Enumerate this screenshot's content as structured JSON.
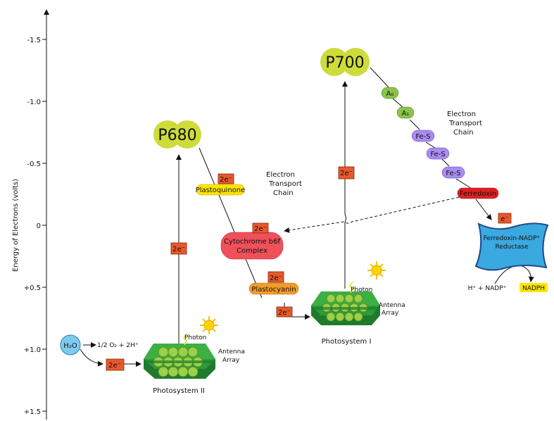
{
  "axis": {
    "label": "Energy of Electrons (volts)",
    "ticks": [
      "-1.5",
      "-1.0",
      "-0.5",
      "0",
      "+0.5",
      "+1.0",
      "+1.5"
    ]
  },
  "water": {
    "label": "H₂O",
    "products": "1/2 O₂ + 2H⁺"
  },
  "electron_2e": "2e⁻",
  "electron_e": "e⁻",
  "photon": "Photon",
  "antenna_line1": "Antenna",
  "antenna_line2": "Array",
  "psii": {
    "name": "Photosystem II",
    "reaction_center": "P680"
  },
  "psi": {
    "name": "Photosystem I",
    "reaction_center": "P700"
  },
  "chain1": {
    "line1": "Electron",
    "line2": "Transport",
    "line3": "Chain",
    "plastoquinone": "Plastoquinone",
    "cytochrome_line1": "Cytochrome b6f",
    "cytochrome_line2": "Complex",
    "plastocyanin": "Plastocyanin"
  },
  "chain2": {
    "line1": "Electron",
    "line2": "Transport",
    "line3": "Chain",
    "a0": "A₀",
    "a1": "A₁",
    "fes": "Fe-S",
    "ferredoxin": "Ferredoxin"
  },
  "reductase": {
    "line1": "Ferredoxin-NADP⁺",
    "line2": "Reductase",
    "reactants": "H⁺ + NADP⁺",
    "product": "NADPH"
  },
  "colors": {
    "reaction_center": "#cddc39",
    "plastoquinone": "#ffe600",
    "cytochrome": "#f0505a",
    "plastocyanin": "#f39c2b",
    "electron_box": "#e8582a",
    "a_nodes": "#8bc34a",
    "fes_nodes": "#a98cf0",
    "ferredoxin": "#e02020",
    "reductase": "#3aa9e0",
    "nadph": "#ffe600",
    "water": "#7ecbf0",
    "antenna_green": "#2e9a3a",
    "antenna_sphere": "#9ad04a",
    "sun": "#ffd400"
  }
}
